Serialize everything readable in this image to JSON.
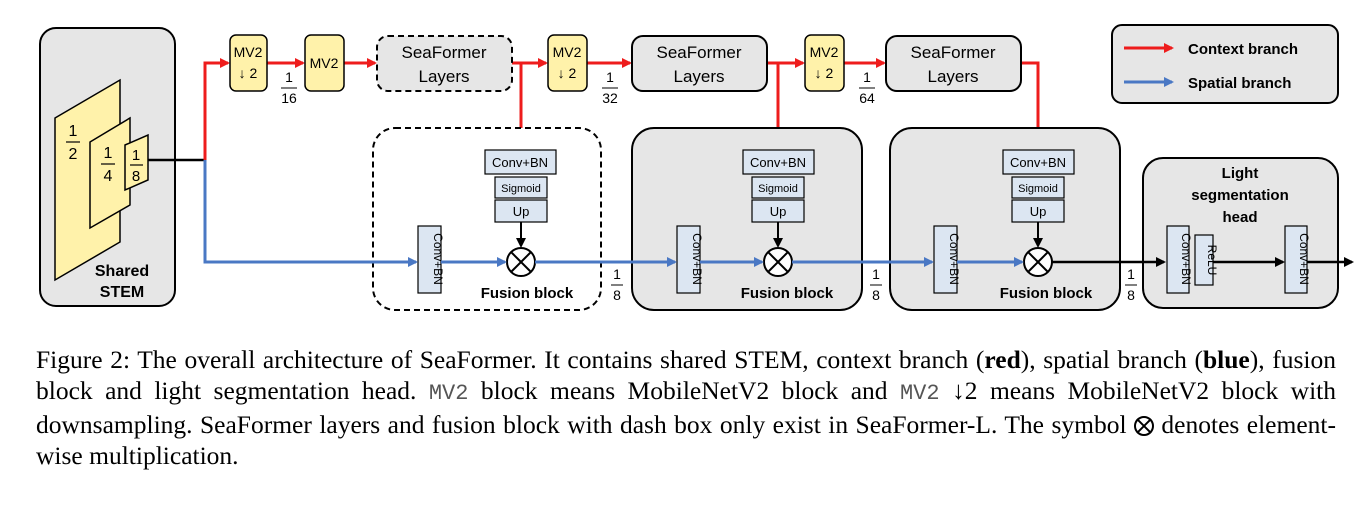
{
  "stem": {
    "title_line1": "Shared",
    "title_line2": "STEM",
    "scales": [
      {
        "num": "1",
        "den": "2"
      },
      {
        "num": "1",
        "den": "4"
      },
      {
        "num": "1",
        "den": "8"
      }
    ]
  },
  "context_blocks": {
    "mv2_down_1": {
      "line1": "MV2",
      "line2": "↓ 2"
    },
    "mv2_plain": {
      "label": "MV2"
    },
    "seaformer_1": {
      "line1": "SeaFormer",
      "line2": "Layers"
    },
    "mv2_down_2": {
      "line1": "MV2",
      "line2": "↓ 2"
    },
    "seaformer_2": {
      "line1": "SeaFormer",
      "line2": "Layers"
    },
    "mv2_down_3": {
      "line1": "MV2",
      "line2": "↓ 2"
    },
    "seaformer_3": {
      "line1": "SeaFormer",
      "line2": "Layers"
    }
  },
  "context_scales": [
    {
      "num": "1",
      "den": "16"
    },
    {
      "num": "1",
      "den": "32"
    },
    {
      "num": "1",
      "den": "64"
    }
  ],
  "fusion": {
    "gate_conv": "Conv+BN",
    "gate_sigmoid": "Sigmoid",
    "gate_up": "Up",
    "spatial_conv": "Conv+BN",
    "label": "Fusion block"
  },
  "spatial_scales": [
    {
      "num": "1",
      "den": "8"
    },
    {
      "num": "1",
      "den": "8"
    },
    {
      "num": "1",
      "den": "8"
    }
  ],
  "head": {
    "title_line1": "Light",
    "title_line2": "segmentation",
    "title_line3": "head",
    "conv1": "Conv+BN",
    "relu": "ReLU",
    "conv2": "Conv+BN"
  },
  "legend": {
    "context": "Context branch",
    "spatial": "Spatial branch",
    "context_color": "#ee1c1c",
    "spatial_color": "#4a78c4"
  },
  "caption": {
    "p1": "Figure 2: The overall architecture of SeaFormer. It contains shared STEM, context branch (",
    "red": "red",
    "p2": "), spatial branch (",
    "blue": "blue",
    "p3": "), fusion block and light segmentation head. ",
    "mv2_a": "MV2",
    "p4": " block means MobileNetV2 block and ",
    "mv2_b": "MV2",
    "p5": " ↓2 means MobileNetV2 block with downsampling. SeaFormer layers and fusion block with dash box only exist in SeaFormer-L. The symbol ",
    "p6": " denotes element-wise multiplication."
  }
}
